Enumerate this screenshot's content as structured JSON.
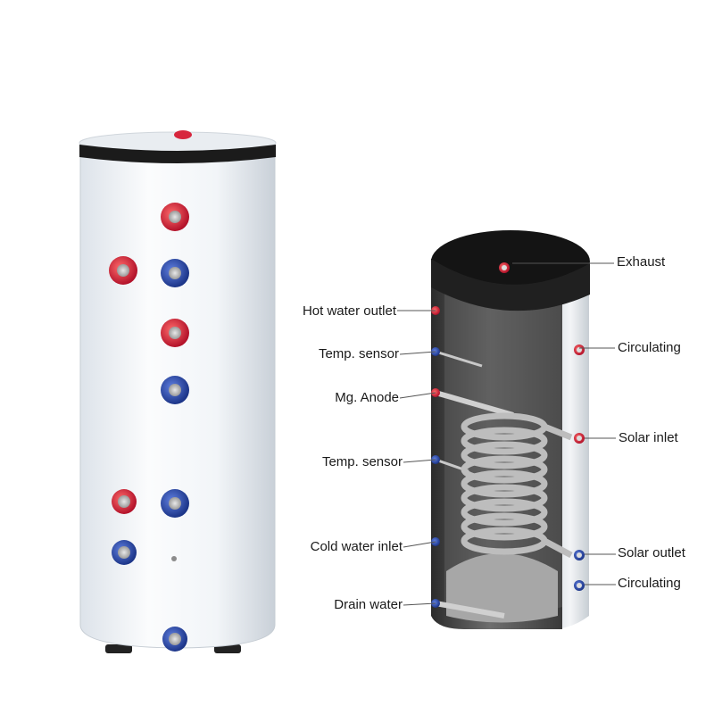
{
  "labels": {
    "exhaust": "Exhaust",
    "hot_water_outlet": "Hot water outlet",
    "temp_sensor_upper": "Temp. sensor",
    "mg_anode": "Mg. Anode",
    "temp_sensor_lower": "Temp. sensor",
    "cold_water_inlet": "Cold water inlet",
    "drain_water": "Drain water",
    "circulating_upper": "Circulating",
    "solar_inlet": "Solar inlet",
    "solar_outlet": "Solar outlet",
    "circulating_lower": "Circulating"
  },
  "colors": {
    "hot_port": "#d7263d",
    "cold_port": "#2b4aa8",
    "tank_white": "#f2f5f8",
    "lid_black": "#1b1b1b",
    "interior_dark": "#3c3c3c",
    "coil_steel": "#b8b8b8"
  }
}
